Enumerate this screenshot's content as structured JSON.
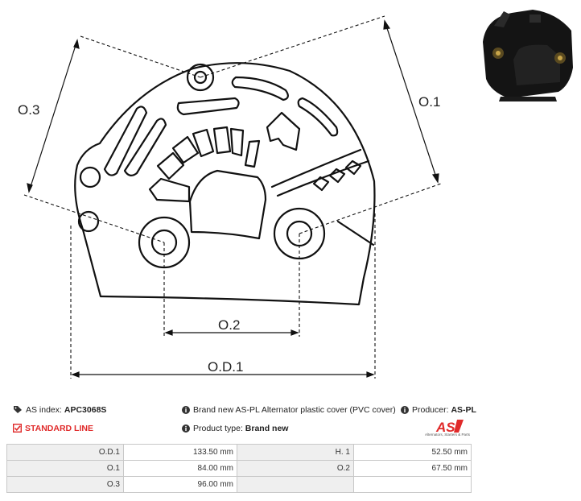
{
  "drawing": {
    "dimension_labels": {
      "od1": "O.D.1",
      "o1": "O.1",
      "o2": "O.2",
      "o3": "O.3"
    }
  },
  "photo": {
    "icon": "product-photo"
  },
  "info": {
    "as_index_label": "AS index:",
    "as_index_value": "APC3068S",
    "standard_line": "STANDARD LINE",
    "description": "Brand new AS-PL Alternator plastic cover (PVC cover)",
    "product_type_label": "Product type:",
    "product_type_value": "Brand new",
    "producer_label": "Producer:",
    "producer_value": "AS-PL"
  },
  "logo": {
    "text": "AS",
    "tagline": "Alternators, Starters & Parts",
    "color": "#e02a2a"
  },
  "specs": [
    [
      {
        "k": "O.D.1",
        "v": "133.50 mm"
      },
      {
        "k": "H. 1",
        "v": "52.50 mm"
      }
    ],
    [
      {
        "k": "O.1",
        "v": "84.00 mm"
      },
      {
        "k": "O.2",
        "v": "67.50 mm"
      }
    ],
    [
      {
        "k": "O.3",
        "v": "96.00 mm"
      },
      {
        "k": "",
        "v": ""
      }
    ]
  ],
  "colors": {
    "accent": "#e02a2a",
    "line": "#111111",
    "cell_bg": "#efefef"
  }
}
